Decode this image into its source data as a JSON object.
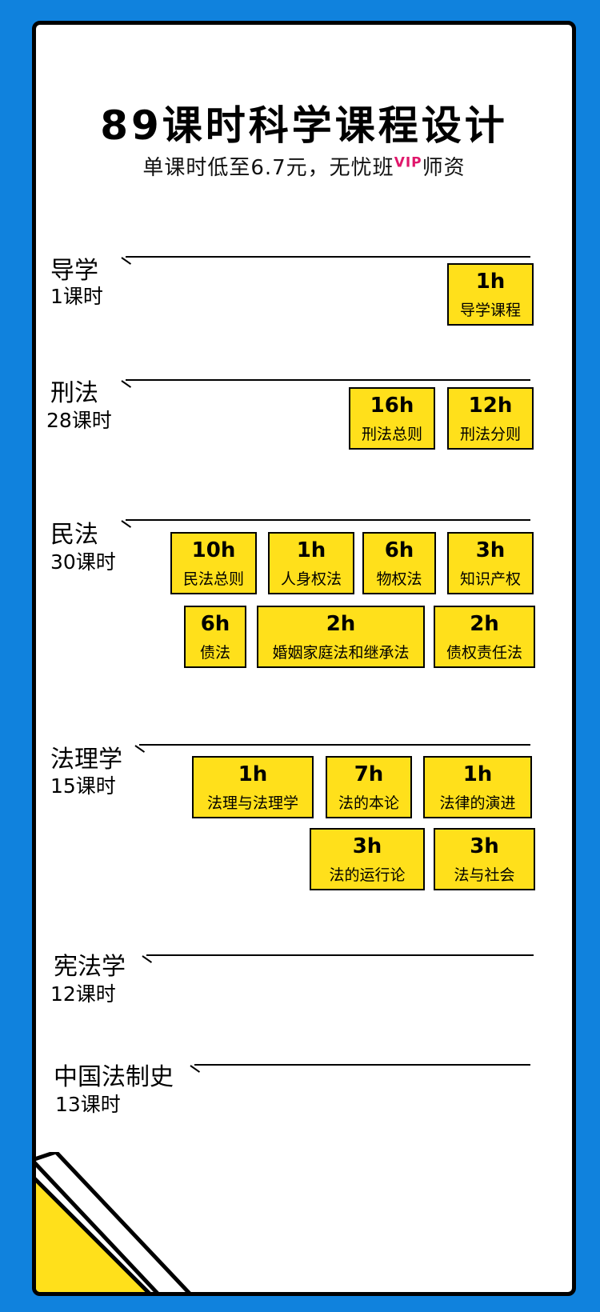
{
  "header": {
    "title": "89课时科学课程设计",
    "subtitle_main": "单课时低至6.7元，无忧班",
    "subtitle_vip": "VIP",
    "subtitle_tail": "师资"
  },
  "sections": [
    {
      "name": "导学",
      "hours": "1课时",
      "chips": [
        {
          "h": "1h",
          "n": "导学课程"
        }
      ]
    },
    {
      "name": "刑法",
      "hours": "28课时",
      "chips": [
        {
          "h": "16h",
          "n": "刑法总则"
        },
        {
          "h": "12h",
          "n": "刑法分则"
        }
      ]
    },
    {
      "name": "民法",
      "hours": "30课时",
      "chips": [
        {
          "h": "10h",
          "n": "民法总则"
        },
        {
          "h": "1h",
          "n": "人身权法"
        },
        {
          "h": "6h",
          "n": "物权法"
        },
        {
          "h": "3h",
          "n": "知识产权"
        },
        {
          "h": "6h",
          "n": "债法"
        },
        {
          "h": "2h",
          "n": "婚姻家庭法和继承法"
        },
        {
          "h": "2h",
          "n": "债权责任法"
        }
      ]
    },
    {
      "name": "法理学",
      "hours": "15课时",
      "chips": [
        {
          "h": "1h",
          "n": "法理与法理学"
        },
        {
          "h": "7h",
          "n": "法的本论"
        },
        {
          "h": "1h",
          "n": "法律的演进"
        },
        {
          "h": "3h",
          "n": "法的运行论"
        },
        {
          "h": "3h",
          "n": "法与社会"
        }
      ]
    },
    {
      "name": "宪法学",
      "hours": "12课时",
      "chips": []
    },
    {
      "name": "中国法制史",
      "hours": "13课时",
      "chips": []
    }
  ],
  "colors": {
    "background": "#1082dd",
    "chip": "#ffe01b",
    "vip": "#e0176b"
  }
}
